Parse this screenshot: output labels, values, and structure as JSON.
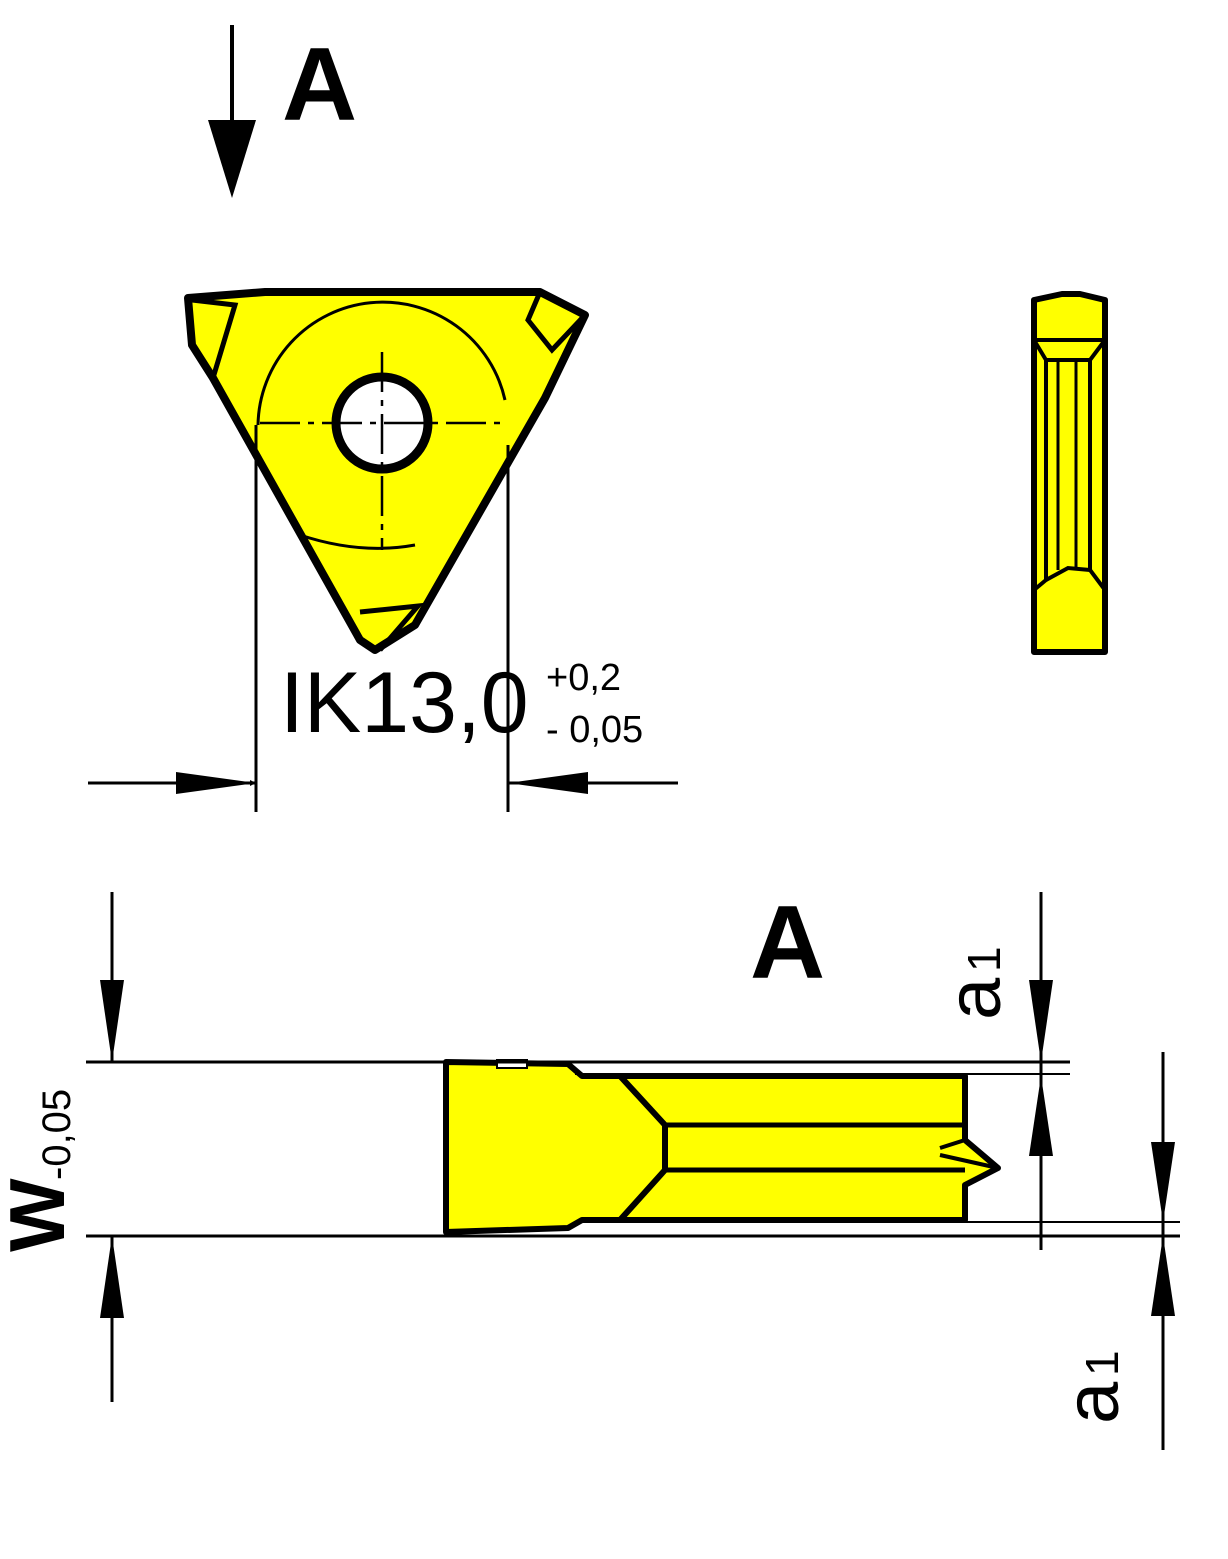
{
  "colors": {
    "insert_fill": "#ffff00",
    "line": "#000000",
    "background": "#ffffff"
  },
  "view_marker": {
    "letter": "A"
  },
  "section_marker": {
    "letter": "A"
  },
  "ik_dimension": {
    "prefix": "IK13,0",
    "upper_tol": "+0,2",
    "lower_tol": "- 0,05"
  },
  "width_dimension": {
    "symbol": "W",
    "tolerance": "-0,05"
  },
  "a1_dimension": {
    "symbol": "a",
    "subscript": "1"
  }
}
